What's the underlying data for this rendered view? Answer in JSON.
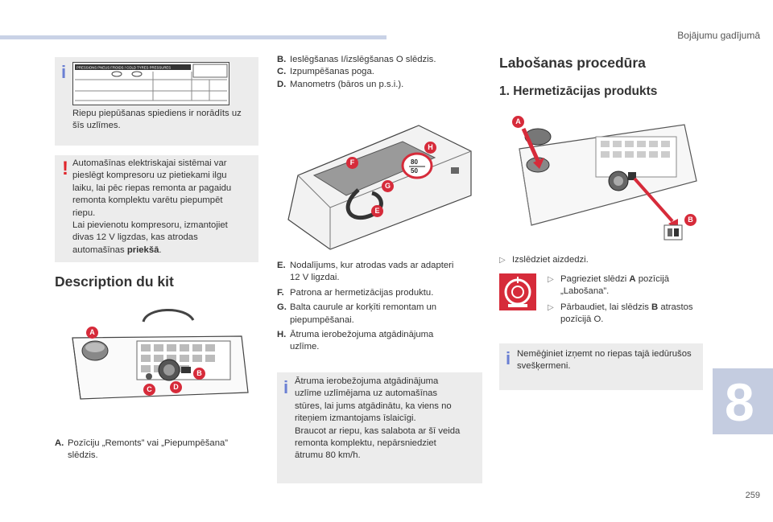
{
  "header": {
    "section_title": "Bojājumu gadījumā",
    "page_number": "259",
    "chapter": "8"
  },
  "left": {
    "info_box": {
      "sticker_title": "PRESSIONS PNEUS FROIDS / COLD TYRES PRESSURES",
      "text": "Riepu piepūšanas spiediens ir norādīts uz šīs uzlīmes."
    },
    "warning_box": {
      "lines": [
        "Automašīnas elektriskajai sistēmai var",
        "pieslēgt kompresoru uz pietiekami ilgu",
        "laiku, lai pēc riepas remonta ar pagaidu",
        "remonta komplektu varētu piepumpēt",
        "riepu.",
        "Lai pievienotu kompresoru, izmantojiet",
        "divas 12 V ligzdas, kas atrodas"
      ],
      "last_line_prefix": "automašīnas ",
      "last_line_bold": "priekšā",
      "last_line_suffix": "."
    },
    "heading": "Description du kit",
    "item_a": {
      "letter": "A.",
      "text": "Pozīciju „Remonts” vai „Piepumpēšana” slēdzis."
    }
  },
  "middle": {
    "items_top": [
      {
        "letter": "B.",
        "text": "Ieslēgšanas I/izslēgšanas O slēdzis."
      },
      {
        "letter": "C.",
        "text": "Izpumpēšanas poga."
      },
      {
        "letter": "D.",
        "text": "Manometrs (bāros un p.s.i.)."
      }
    ],
    "items_bottom": [
      {
        "letter": "E.",
        "text": "Nodalījums, kur atrodas vads ar adapteri 12 V ligzdai."
      },
      {
        "letter": "F.",
        "text": "Patrona ar hermetizācijas produktu."
      },
      {
        "letter": "G.",
        "text": "Balta caurule ar korķīti remontam un piepumpēšanai."
      },
      {
        "letter": "H.",
        "text": "Ātruma ierobežojuma atgādinājuma uzlīme."
      }
    ],
    "speed_label_top": "80",
    "speed_label_bottom": "50",
    "info_box_lines": [
      "Ātruma ierobežojuma atgādinājuma",
      "uzlīme uzlīmējama uz automašīnas",
      "stūres, lai jums atgādinātu, ka viens no",
      "riteņiem izmantojams īslaicīgi.",
      "Braucot ar riepu, kas salabota ar šī veida",
      "remonta komplektu, nepārsniedziet",
      "ātrumu 80 km/h."
    ]
  },
  "right": {
    "heading": "Labošanas procedūra",
    "subheading": "1. Hermetizācijas produkts",
    "bullet_ignition": "Izslēdziet aizdedzi.",
    "bullet_a_prefix": "Pagrieziet slēdzi ",
    "bullet_a_bold": "A",
    "bullet_a_suffix": " pozīcijā „Labošana”.",
    "bullet_b_prefix": "Pārbaudiet, lai slēdzis ",
    "bullet_b_bold": "B",
    "bullet_b_suffix": " atrastos pozīcijā O.",
    "info_text": "Nemēģiniet izņemt no riepas tajā iedūrušos svešķermeni."
  },
  "figure_labels": [
    "A",
    "B",
    "C",
    "D",
    "E",
    "F",
    "G",
    "H"
  ],
  "colors": {
    "accent_red": "#d62b3a",
    "info_blue": "#6a7fd3",
    "chapter_tab": "#c4cce0"
  }
}
